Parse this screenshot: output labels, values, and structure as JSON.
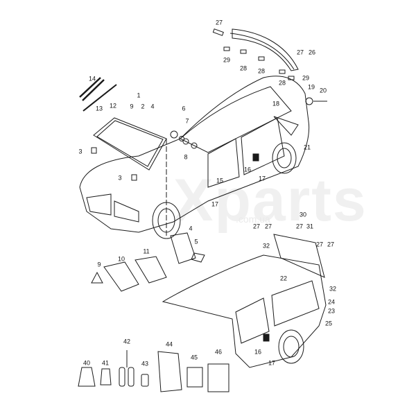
{
  "watermark": {
    "main": "Xparts",
    "sub": ".com.ua"
  },
  "callouts": [
    "27",
    "26",
    "27",
    "29",
    "28",
    "28",
    "28",
    "29",
    "19",
    "20",
    "14",
    "13",
    "12",
    "1",
    "9",
    "2",
    "4",
    "6",
    "7",
    "8",
    "3",
    "3",
    "18",
    "21",
    "16",
    "15",
    "17",
    "17",
    "30",
    "27",
    "27",
    "27",
    "31",
    "32",
    "27",
    "27",
    "32",
    "22",
    "24",
    "23",
    "25",
    "16",
    "17",
    "4",
    "5",
    "9",
    "10",
    "11",
    "40",
    "41",
    "42",
    "43",
    "44",
    "45",
    "46"
  ],
  "colors": {
    "line": "#1a1a1a",
    "background": "#ffffff"
  }
}
